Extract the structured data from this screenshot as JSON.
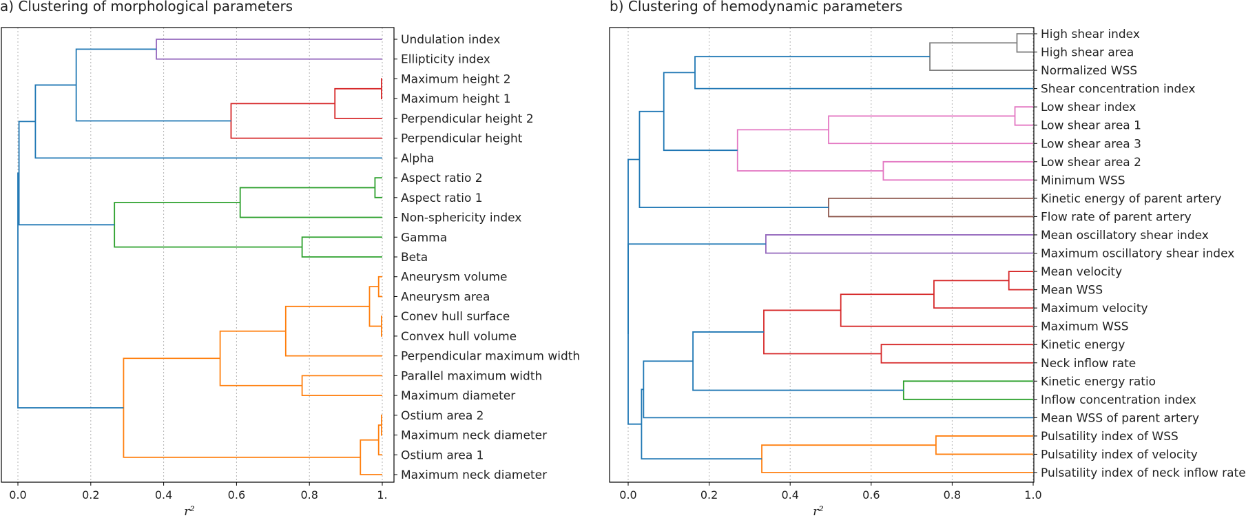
{
  "chart_data": [
    {
      "type": "dendrogram",
      "title": "a) Clustering of morphological parameters",
      "xlabel": "r²",
      "xlim": [
        0,
        1
      ],
      "xticks": [
        "0.0",
        "0.2",
        "0.4",
        "0.6",
        "0.8",
        "1."
      ],
      "grid": "vertical-dotted",
      "leaves": [
        "Undulation index",
        "Ellipticity index",
        "Maximum height 2",
        "Maximum height 1",
        "Perpendicular height 2",
        "Perpendicular height",
        "Alpha",
        "Aspect ratio 2",
        "Aspect ratio 1",
        "Non-sphericity index",
        "Gamma",
        "Beta",
        "Aneurysm volume",
        "Aneurysm area",
        "Conev hull surface",
        "Convex hull volume",
        "Perpendicular maximum width",
        "Parallel maximum width",
        "Maximum diameter",
        "Ostium area 2",
        "Maximum neck diameter",
        "Ostium area 1",
        "Maximum neck diameter"
      ],
      "merges": [
        {
          "a": 0,
          "b": 1,
          "r2": 0.38,
          "color": "#9467bd"
        },
        {
          "a": 2,
          "b": 3,
          "r2": 0.998,
          "color": "#d62728"
        },
        {
          "a": "m1",
          "b": 4,
          "r2": 0.87,
          "color": "#d62728"
        },
        {
          "a": "m2",
          "b": 5,
          "r2": 0.585,
          "color": "#d62728"
        },
        {
          "a": "m0",
          "b": "m3",
          "r2": 0.16,
          "color": "#1f77b4"
        },
        {
          "a": "m4",
          "b": 6,
          "r2": 0.048,
          "color": "#1f77b4"
        },
        {
          "a": 7,
          "b": 8,
          "r2": 0.98,
          "color": "#2ca02c"
        },
        {
          "a": "m6",
          "b": 9,
          "r2": 0.61,
          "color": "#2ca02c"
        },
        {
          "a": 10,
          "b": 11,
          "r2": 0.78,
          "color": "#2ca02c"
        },
        {
          "a": "m7",
          "b": "m8",
          "r2": 0.265,
          "color": "#2ca02c"
        },
        {
          "a": "m5",
          "b": "m9",
          "r2": 0.003,
          "color": "#1f77b4"
        },
        {
          "a": 12,
          "b": 13,
          "r2": 0.99,
          "color": "#ff7f0e"
        },
        {
          "a": 14,
          "b": 15,
          "r2": 0.998,
          "color": "#ff7f0e"
        },
        {
          "a": "m11",
          "b": "m12",
          "r2": 0.965,
          "color": "#ff7f0e"
        },
        {
          "a": "m13",
          "b": 16,
          "r2": 0.735,
          "color": "#ff7f0e"
        },
        {
          "a": 17,
          "b": 18,
          "r2": 0.78,
          "color": "#ff7f0e"
        },
        {
          "a": "m14",
          "b": "m15",
          "r2": 0.555,
          "color": "#ff7f0e"
        },
        {
          "a": 19,
          "b": 20,
          "r2": 0.998,
          "color": "#ff7f0e"
        },
        {
          "a": "m17",
          "b": 21,
          "r2": 0.99,
          "color": "#ff7f0e"
        },
        {
          "a": "m18",
          "b": 22,
          "r2": 0.94,
          "color": "#ff7f0e"
        },
        {
          "a": "m16",
          "b": "m19",
          "r2": 0.29,
          "color": "#ff7f0e"
        },
        {
          "a": "m10",
          "b": "m20",
          "r2": 0.0,
          "color": "#1f77b4"
        }
      ]
    },
    {
      "type": "dendrogram",
      "title": "b) Clustering of hemodynamic parameters",
      "xlabel": "r²",
      "xlim": [
        0,
        1
      ],
      "xticks": [
        "0.0",
        "0.2",
        "0.4",
        "0.6",
        "0.8",
        "1.0"
      ],
      "grid": "vertical-dotted",
      "leaves": [
        "High shear index",
        "High shear area",
        "Normalized WSS",
        "Shear concentration index",
        "Low shear index",
        "Low shear area 1",
        "Low shear area 3",
        "Low shear area 2",
        "Minimum WSS",
        "Kinetic energy of parent artery",
        "Flow rate of parent artery",
        "Mean oscillatory shear index",
        "Maximum oscillatory shear index",
        "Mean velocity",
        "Mean WSS",
        "Maximum velocity",
        "Maximum WSS",
        "Kinetic energy",
        "Neck inflow rate",
        "Kinetic energy ratio",
        "Inflow concentration index",
        "Mean WSS of parent artery",
        "Pulsatility index of WSS",
        "Pulsatility index of velocity",
        "Pulsatility index of neck inflow rate"
      ],
      "merges": [
        {
          "a": 0,
          "b": 1,
          "r2": 0.96,
          "color": "#7f7f7f"
        },
        {
          "a": "m0",
          "b": 2,
          "r2": 0.745,
          "color": "#7f7f7f"
        },
        {
          "a": "m1",
          "b": 3,
          "r2": 0.165,
          "color": "#1f77b4"
        },
        {
          "a": 4,
          "b": 5,
          "r2": 0.955,
          "color": "#e377c2"
        },
        {
          "a": "m3",
          "b": 6,
          "r2": 0.495,
          "color": "#e377c2"
        },
        {
          "a": 7,
          "b": 8,
          "r2": 0.63,
          "color": "#e377c2"
        },
        {
          "a": "m4",
          "b": "m5",
          "r2": 0.27,
          "color": "#e377c2"
        },
        {
          "a": "m2",
          "b": "m6",
          "r2": 0.088,
          "color": "#1f77b4"
        },
        {
          "a": 9,
          "b": 10,
          "r2": 0.495,
          "color": "#8c564b"
        },
        {
          "a": "m7",
          "b": "m8",
          "r2": 0.028,
          "color": "#1f77b4"
        },
        {
          "a": 11,
          "b": 12,
          "r2": 0.34,
          "color": "#9467bd"
        },
        {
          "a": 13,
          "b": 14,
          "r2": 0.94,
          "color": "#d62728"
        },
        {
          "a": "m11",
          "b": 15,
          "r2": 0.755,
          "color": "#d62728"
        },
        {
          "a": "m12",
          "b": 16,
          "r2": 0.525,
          "color": "#d62728"
        },
        {
          "a": 17,
          "b": 18,
          "r2": 0.625,
          "color": "#d62728"
        },
        {
          "a": "m13",
          "b": "m14",
          "r2": 0.335,
          "color": "#d62728"
        },
        {
          "a": 19,
          "b": 20,
          "r2": 0.68,
          "color": "#2ca02c"
        },
        {
          "a": "m15",
          "b": "m16",
          "r2": 0.16,
          "color": "#1f77b4"
        },
        {
          "a": "m17",
          "b": 21,
          "r2": 0.038,
          "color": "#1f77b4"
        },
        {
          "a": 22,
          "b": 23,
          "r2": 0.76,
          "color": "#ff7f0e"
        },
        {
          "a": "m19",
          "b": 24,
          "r2": 0.33,
          "color": "#ff7f0e"
        },
        {
          "a": "m18",
          "b": "m20",
          "r2": 0.033,
          "color": "#1f77b4"
        },
        {
          "a": "m10",
          "b": "m21",
          "r2": 0.0,
          "color": "#1f77b4"
        },
        {
          "a": "m9",
          "b": "m22",
          "r2": 0.0,
          "color": "#1f77b4"
        }
      ]
    }
  ]
}
